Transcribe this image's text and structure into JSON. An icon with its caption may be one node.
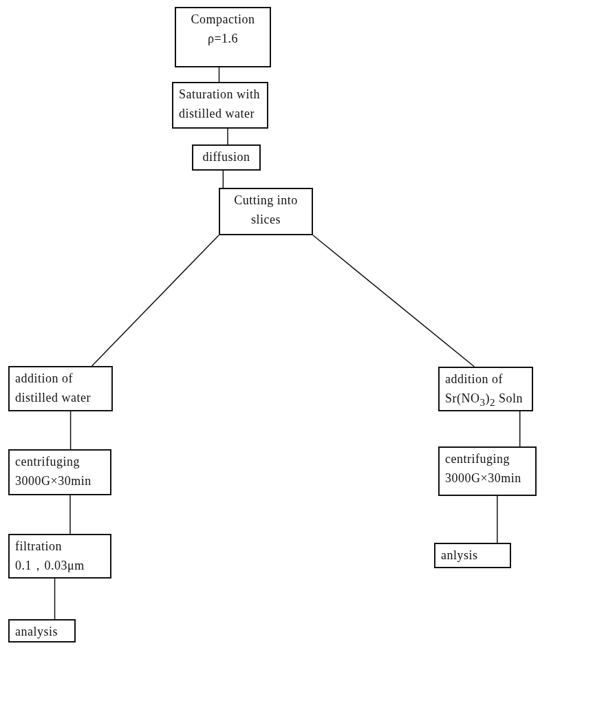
{
  "diagram": {
    "nodes": [
      {
        "text": [
          "Compaction",
          "ρ=1.6"
        ]
      },
      {
        "text": [
          "Saturation with distilled water"
        ]
      },
      {
        "text": [
          "diffusion"
        ]
      },
      {
        "text": [
          "Cutting into slices"
        ]
      },
      {
        "text": [
          "addition of distilled water"
        ]
      },
      {
        "text": [
          "centrifuging",
          "3000G×30min"
        ]
      },
      {
        "text": [
          "filtration",
          "0.1，0.03μm"
        ]
      },
      {
        "text": [
          "analysis"
        ]
      },
      {
        "text": [
          "addition of",
          "Sr(NO$_{3}$)$_{2}$ Soln"
        ]
      },
      {
        "text": [
          "centrifuging",
          "3000G×30min"
        ]
      },
      {
        "text": [
          "anlysis"
        ]
      }
    ],
    "edges": [
      {
        "from": 0,
        "to": 1,
        "arrow": "none"
      },
      {
        "from": 1,
        "to": 2,
        "arrow": "none"
      },
      {
        "from": 2,
        "to": 3,
        "arrow": "none"
      },
      {
        "from": 3,
        "to": 4,
        "arrow": "none"
      },
      {
        "from": 3,
        "to": 8,
        "arrow": "none"
      },
      {
        "from": 4,
        "to": 5,
        "arrow": "none"
      },
      {
        "from": 5,
        "to": 6,
        "arrow": "none"
      },
      {
        "from": 6,
        "to": 7,
        "arrow": "none"
      },
      {
        "from": 8,
        "to": 9,
        "arrow": "none"
      },
      {
        "from": 9,
        "to": 10,
        "arrow": "none"
      }
    ]
  }
}
